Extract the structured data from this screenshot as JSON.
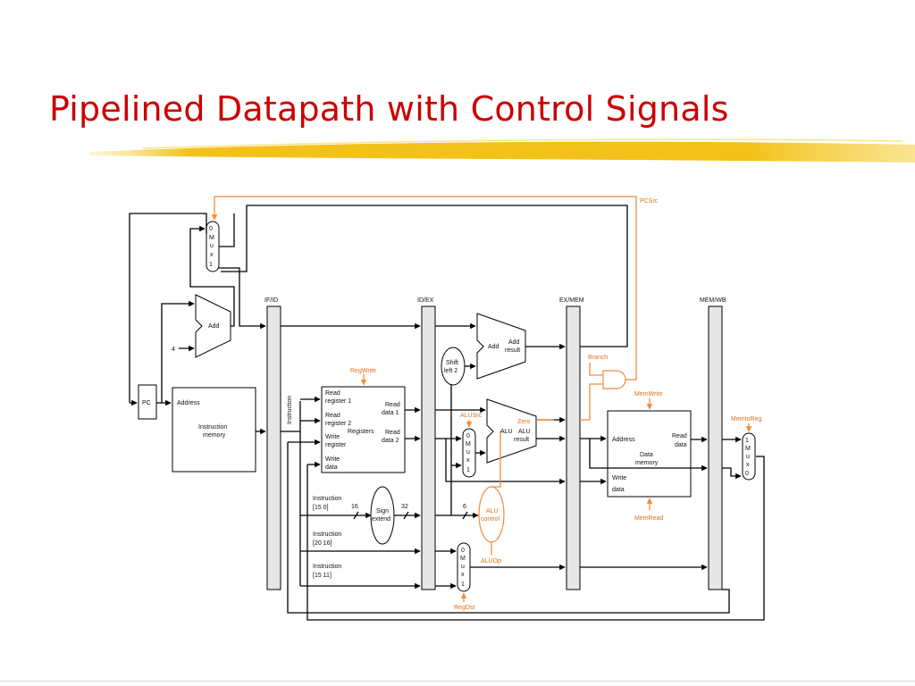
{
  "slide": {
    "title": "Pipelined Datapath with Control Signals",
    "title_color": "#cc0000",
    "underline_color": "#f2c21a"
  },
  "diagram": {
    "pipeline_registers": {
      "if_id": "IF/ID",
      "id_ex": "ID/EX",
      "ex_mem": "EX/MEM",
      "mem_wb": "MEM/WB"
    },
    "pc": "PC",
    "pc_mux": [
      "0",
      "M",
      "u",
      "x",
      "1"
    ],
    "pc_adder": "Add",
    "constant_four": "4",
    "instruction_memory": {
      "address": "Address",
      "name_line1": "Instruction",
      "name_line2": "memory"
    },
    "instruction_label": "Instruction",
    "registers": {
      "read_reg1_l1": "Read",
      "read_reg1_l2": "register 1",
      "read_reg2_l1": "Read",
      "read_reg2_l2": "register 2",
      "write_reg_l1": "Write",
      "write_reg_l2": "register",
      "write_data_l1": "Write",
      "write_data_l2": "data",
      "read_data1_l1": "Read",
      "read_data1_l2": "data 1",
      "read_data2_l1": "Read",
      "read_data2_l2": "data 2",
      "name": "Registers"
    },
    "sign_extend": {
      "l1": "Sign",
      "l2": "extend",
      "in_bits": "16",
      "out_bits": "32"
    },
    "instr_fields": {
      "f1_l1": "Instruction",
      "f1_l2": "[15   0]",
      "f2_l1": "Instruction",
      "f2_l2": "[20   16]",
      "f3_l1": "Instruction",
      "f3_l2": "[15   11]"
    },
    "shift_left": {
      "l1": "Shift",
      "l2": "left 2"
    },
    "branch_adder": {
      "add": "Add",
      "result_l1": "Add",
      "result_l2": "result"
    },
    "alu": {
      "name": "ALU",
      "zero": "Zero",
      "result_l1": "ALU",
      "result_l2": "result"
    },
    "alu_mux": [
      "0",
      "M",
      "u",
      "x",
      "1"
    ],
    "alu_control": {
      "l1": "ALU",
      "l2": "control",
      "bits": "6"
    },
    "regdst_mux": [
      "0",
      "M",
      "u",
      "x",
      "1"
    ],
    "data_memory": {
      "address": "Address",
      "read_l1": "Read",
      "read_l2": "data",
      "name_l1": "Data",
      "name_l2": "memory",
      "write_l1": "Write",
      "write_l2": "data"
    },
    "wb_mux": [
      "1",
      "M",
      "u",
      "x",
      "0"
    ],
    "control_signals": {
      "pcsrc": "PCSrc",
      "regwrite": "RegWrite",
      "branch": "Branch",
      "memwrite": "MemWrite",
      "memread": "MemRead",
      "memtoreg": "MemtoReg",
      "alusrc": "ALUSrc",
      "aluop": "ALUOp",
      "regdst": "RegDst"
    },
    "colors": {
      "control": "#f08c3c",
      "datapath": "#000000",
      "pipeline_fill": "#e6e6e6"
    }
  }
}
